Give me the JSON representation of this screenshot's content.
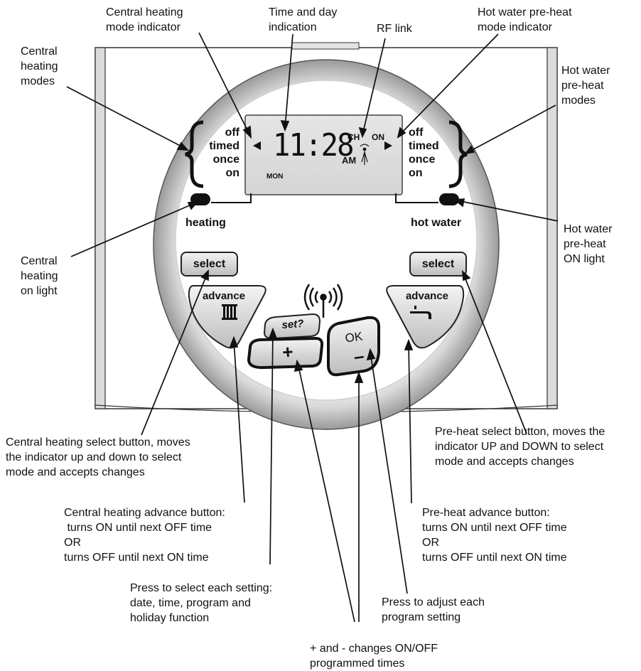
{
  "callouts": {
    "ch_mode_indicator": [
      "Central heating",
      "mode indicator"
    ],
    "time_day": [
      "Time and day",
      "indication"
    ],
    "rf_link": [
      "RF link"
    ],
    "hw_mode_indicator": [
      "Hot water pre-heat",
      "mode indicator"
    ],
    "ch_modes": [
      "Central",
      "heating",
      "modes"
    ],
    "hw_modes": [
      "Hot water",
      "pre-heat",
      "modes"
    ],
    "ch_on_light": [
      "Central",
      "heating",
      "on light"
    ],
    "hw_on_light": [
      "Hot water",
      "pre-heat",
      "ON light"
    ],
    "ch_select": [
      "Central heating select button, moves",
      "the indicator up and down to select",
      "mode and accepts changes"
    ],
    "hw_select": [
      "Pre-heat select button, moves the",
      "indicator UP and DOWN to select",
      "mode and accepts changes"
    ],
    "ch_advance": [
      "Central heating advance button:",
      " turns ON until next OFF time",
      "OR",
      "turns OFF until next ON time"
    ],
    "hw_advance": [
      "Pre-heat advance button:",
      "turns ON until next OFF time",
      "OR",
      "turns OFF until next ON time"
    ],
    "set": [
      "Press to select each setting:",
      "date, time, program and",
      "holiday function"
    ],
    "adjust": [
      "Press to adjust each",
      "program setting"
    ],
    "plus_minus": [
      "+ and - changes ON/OFF",
      "programmed times"
    ]
  },
  "device": {
    "ch_modes": [
      "off",
      "timed",
      "once",
      "on"
    ],
    "hw_modes": [
      "off",
      "timed",
      "once",
      "on"
    ],
    "lcd": {
      "time": "11:28",
      "ampm": "AM",
      "day": "MON",
      "ch": "CH",
      "on": "ON"
    },
    "heating_label": "heating",
    "hotwater_label": "hot water",
    "buttons": {
      "select_left": "select",
      "select_right": "select",
      "advance_left": "advance",
      "advance_right": "advance",
      "set": "set?",
      "plus": "+",
      "ok": "OK",
      "minus": "–"
    }
  }
}
